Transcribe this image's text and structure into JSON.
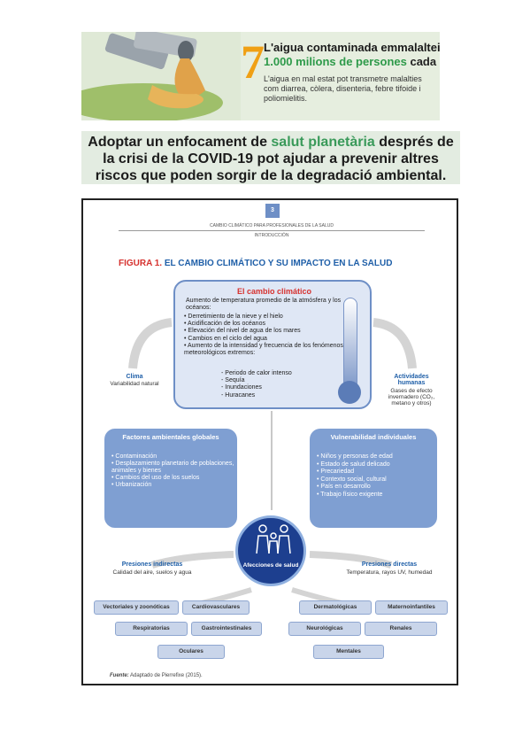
{
  "banner1": {
    "number": "7",
    "title": "L'aigua contaminada emmalalteix",
    "subtitle_highlight": "1.000 milions de persones",
    "subtitle_rest": " cada any",
    "body": "L'aigua en mal estat pot transmetre malalties com diarrea, còlera, disenteria, febre tifoide i poliomielitis."
  },
  "banner2": {
    "before": "Adoptar un enfocament de ",
    "highlight": "salut planetària",
    "after": " després de la crisi de la COVID-19 pot ajudar a prevenir altres riscos que poden sorgir de la degradació ambiental."
  },
  "figure": {
    "page_number": "3",
    "header_line1": "CAMBIO CLIMÁTICO PARA PROFESIONALES DE LA SALUD",
    "header_line2": "INTRODUCCIÓN",
    "title_red": "FIGURA 1.",
    "title_blue": " EL CAMBIO CLIMÁTICO Y SU IMPACTO EN LA SALUD",
    "climate_change": {
      "title": "El cambio climático",
      "lead": "Aumento de temperatura promedio de la atmósfera y los océanos:",
      "items": [
        "Derretimiento de la nieve y el hielo",
        "Acidificación de los océanos",
        "Elevación del nivel de agua de los mares",
        "Cambios en el ciclo del agua",
        "Aumento de la intensidad y frecuencia de los fenómenos meteorológicos extremos:"
      ],
      "sub_items": [
        "Periodo de calor intenso",
        "Sequía",
        "Inundaciones",
        "Huracanes"
      ]
    },
    "clima": {
      "title": "Clima",
      "text": "Variabilidad natural"
    },
    "actividades": {
      "title": "Actividades humanas",
      "text": "Gases de efecto invernadero (CO₂, metano y otros)"
    },
    "ambientales": {
      "title": "Factores ambientales globales",
      "items": [
        "Contaminación",
        "Desplazamiento planetario de poblaciones, animales y bienes",
        "Cambios del uso de los suelos",
        "Urbanización"
      ]
    },
    "vulnerabilidad": {
      "title": "Vulnerabilidad individuales",
      "items": [
        "Niños y personas de edad",
        "Estado de salud delicado",
        "Precariedad",
        "Contexto social, cultural",
        "País en desarrollo",
        "Trabajo físico exigente"
      ]
    },
    "center_label": "Afecciones de salud",
    "presiones_indirectas": {
      "title": "Presiones indirectas",
      "text": "Calidad del aire, suelos y agua"
    },
    "presiones_directas": {
      "title": "Presiones directas",
      "text": "Temperatura, rayos UV, humedad"
    },
    "conditions": [
      "Vectoriales y zoonóticas",
      "Cardiovasculares",
      "Dermatológicas",
      "Maternoinfantiles",
      "Respiratorias",
      "Gastrointestinales",
      "Neurológicas",
      "Renales",
      "Oculares",
      "Mentales"
    ],
    "source_label": "Fuente:",
    "source_text": " Adaptado de Pierrefixe (2015)."
  }
}
